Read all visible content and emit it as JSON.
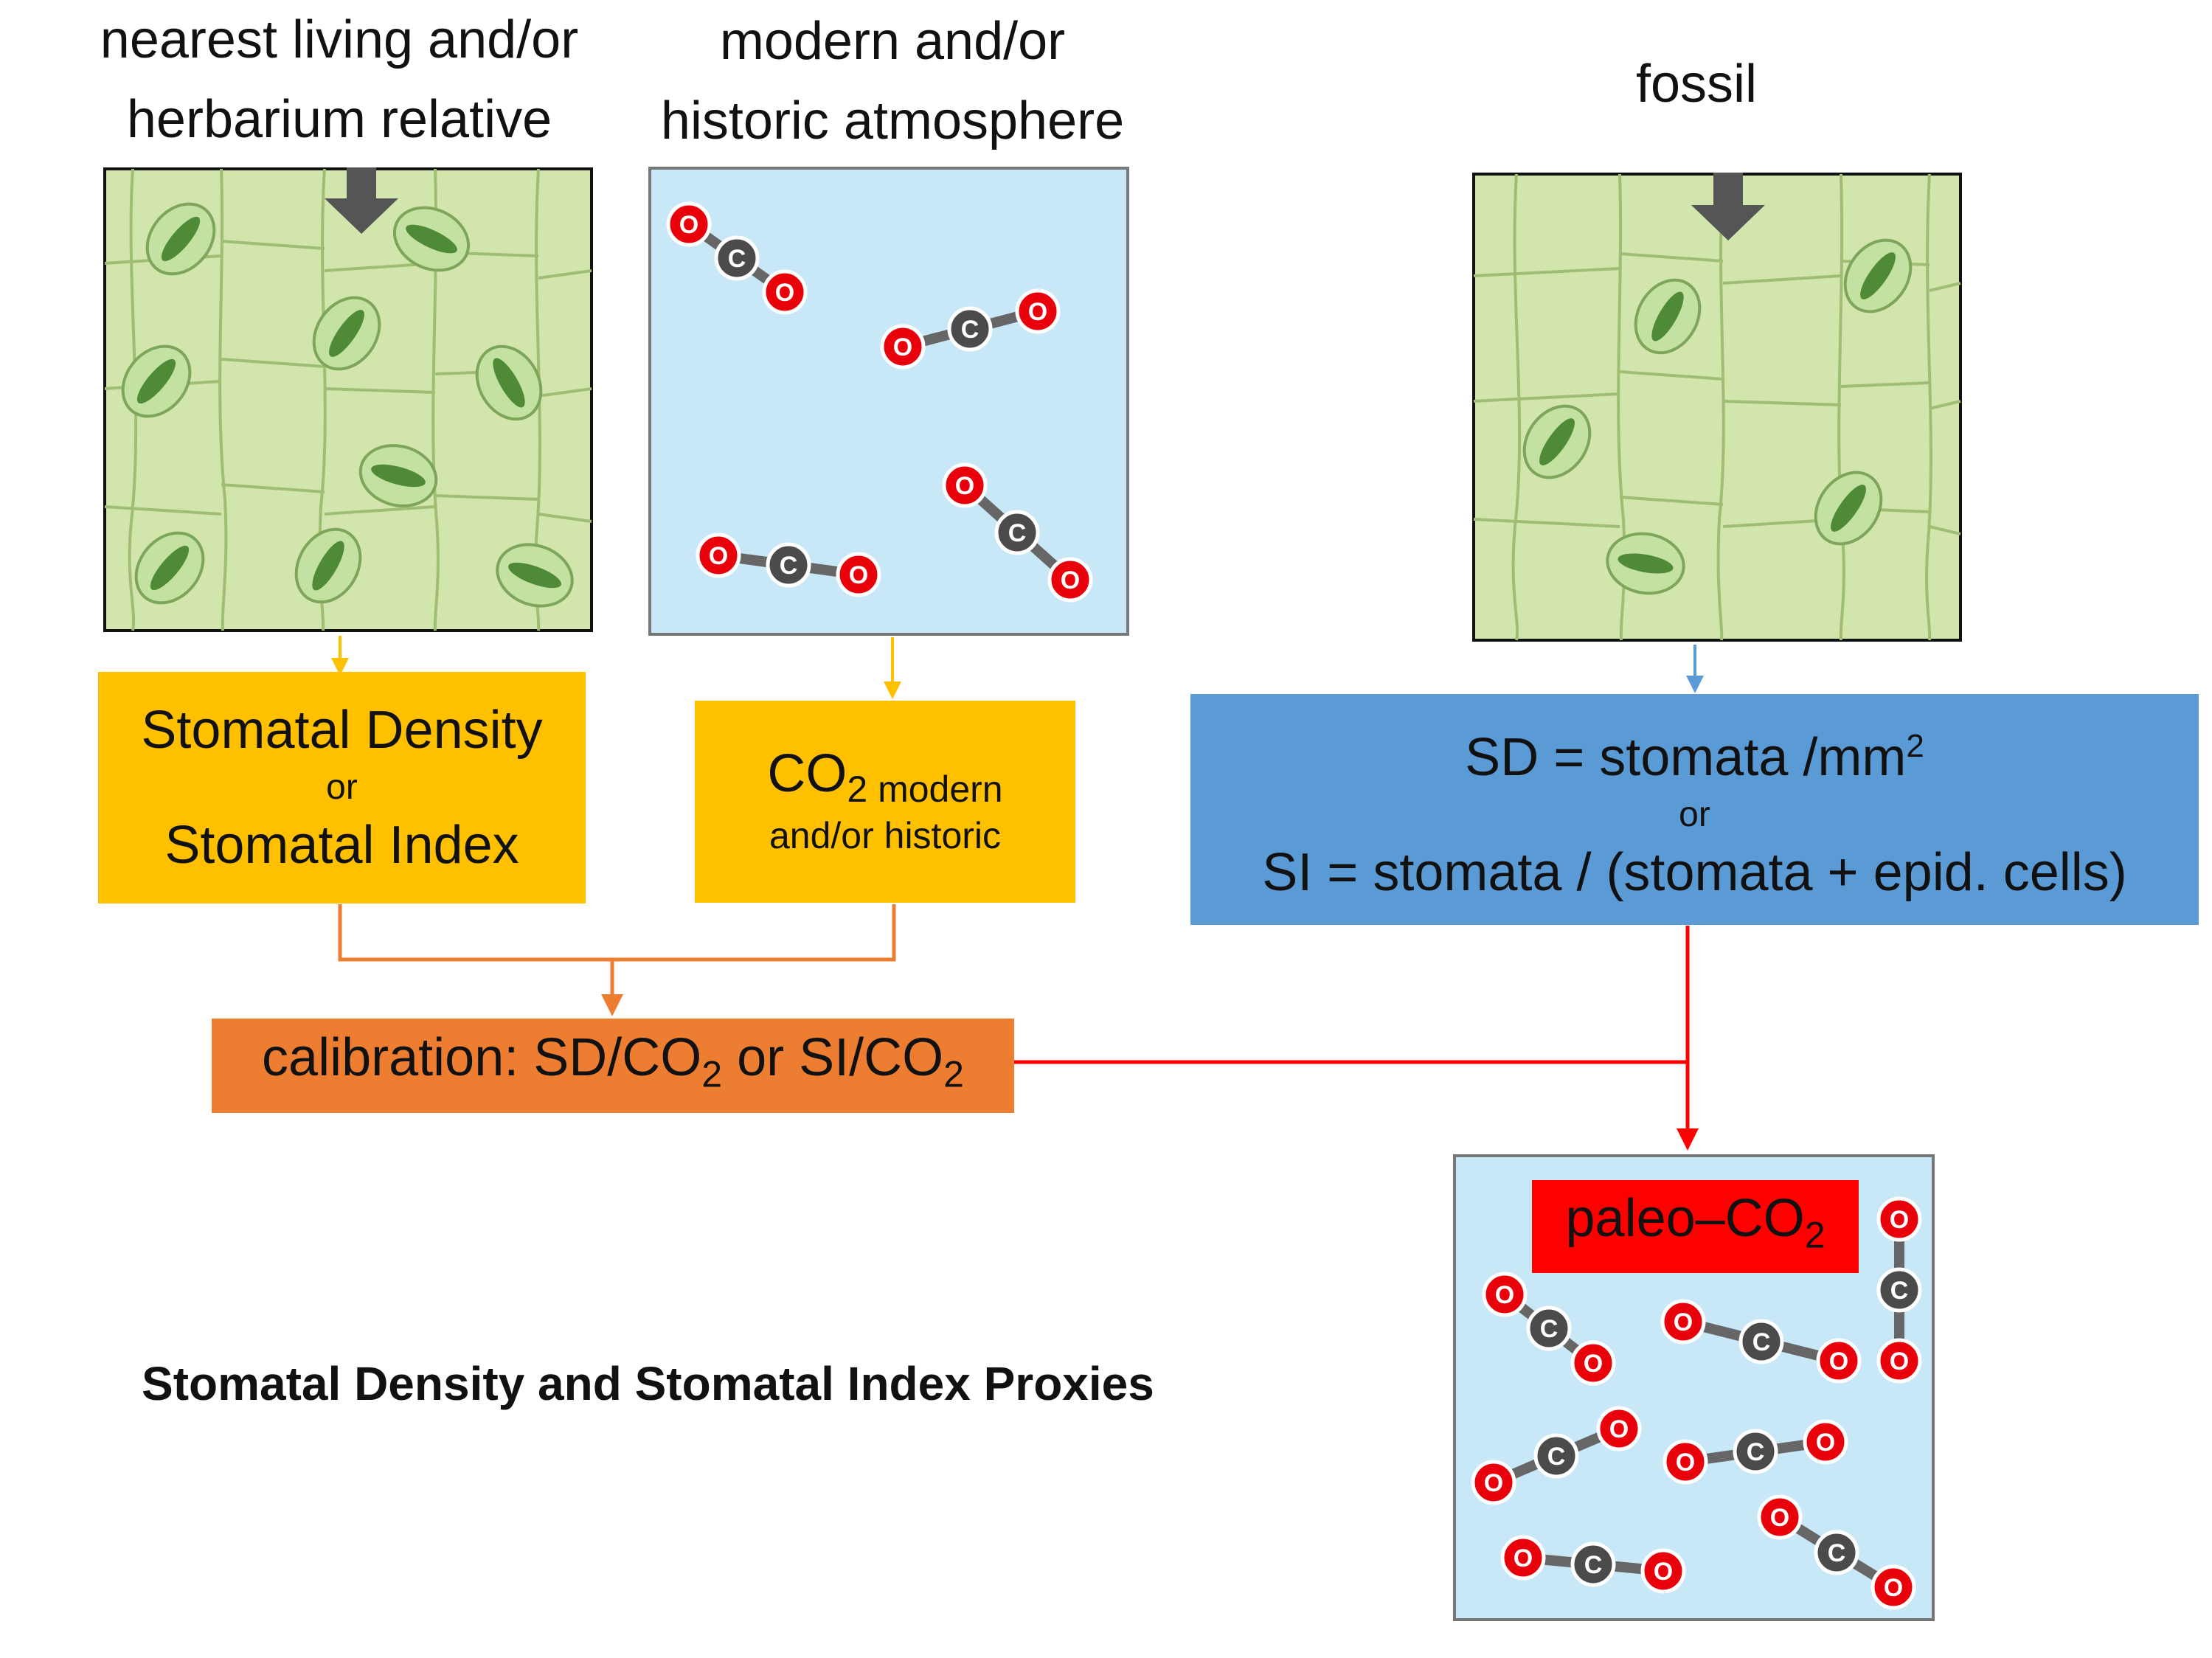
{
  "headers": {
    "living": [
      "nearest living and/or",
      "herbarium relative"
    ],
    "atmosphere": [
      "modern and/or",
      "historic atmosphere"
    ],
    "fossil": "fossil"
  },
  "sd_box": {
    "line1": "Stomatal Density",
    "or": "or",
    "line2": "Stomatal Index"
  },
  "co2_box": {
    "co": "CO",
    "sub": "2 modern",
    "line2": "and/or historic"
  },
  "formula_box": {
    "sd_prefix": "SD = stomata /mm",
    "sd_sup": "2",
    "or": "or",
    "si": "SI = stomata / (stomata + epid. cells)"
  },
  "calibration": {
    "prefix": "calibration: SD/CO",
    "sub1": "2",
    "mid": " or SI/CO",
    "sub2": "2"
  },
  "paleo": {
    "prefix": "paleo–CO",
    "sub": "2"
  },
  "title": "Stomatal Density and Stomatal Index Proxies",
  "molecule_atoms": {
    "oxygen": "O",
    "carbon": "C"
  },
  "colors": {
    "leaf": "#d2e5ad",
    "leaf_lines": "#9fbe74",
    "guard_cell": "#c3e1a0",
    "pore": "#4f8a37",
    "sky": "#c8e8f7",
    "oxygen": "#e8000b",
    "carbon": "#4b4b4b",
    "yellow_box": "#ffc000",
    "blue_box": "#5b9bd5",
    "orange_box": "#ed7d31",
    "red_box": "#ff0000",
    "red_line": "#ff0000",
    "yellow_arrow": "#ffc000",
    "blue_arrow": "#5b9bd5",
    "orange_line": "#ed7d31"
  }
}
